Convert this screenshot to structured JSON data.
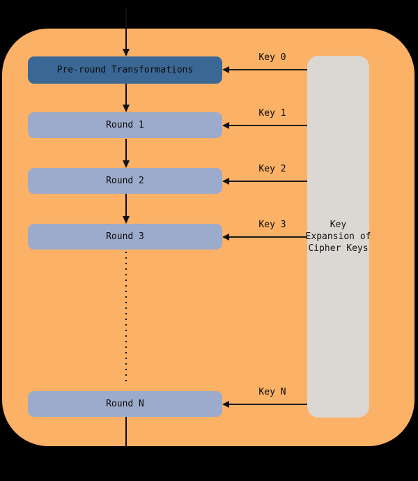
{
  "diagram": {
    "type": "flowchart",
    "subject": "Cipher rounds with key expansion (AES-style round structure)",
    "boxes": [
      {
        "id": "pre-round",
        "label": "Pre-round Transformations",
        "style": "dark-blue"
      },
      {
        "id": "round-1",
        "label": "Round 1",
        "style": "light-blue"
      },
      {
        "id": "round-2",
        "label": "Round 2",
        "style": "light-blue"
      },
      {
        "id": "round-3",
        "label": "Round 3",
        "style": "light-blue"
      },
      {
        "id": "round-n",
        "label": "Round N",
        "style": "light-blue"
      }
    ],
    "keys": [
      "Key 0",
      "Key 1",
      "Key 2",
      "Key 3",
      "Key N"
    ],
    "key_expansion": [
      "Key",
      "Expansion of",
      "Cipher Keys"
    ],
    "ellipsis_between": [
      "Round 3",
      "Round N"
    ],
    "colors": {
      "background": "#000000",
      "frame_orange": "#FBB166",
      "pre_round_box": "#3A6794",
      "round_box": "#9CABCB",
      "key_expansion_panel": "#DBD7D2",
      "line": "#111111",
      "text": "#0a0a0a"
    }
  }
}
